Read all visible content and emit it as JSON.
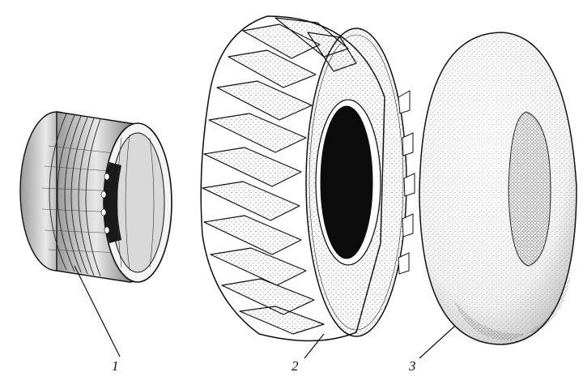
{
  "callouts": [
    {
      "id": "rim",
      "label": "1"
    },
    {
      "id": "tire",
      "label": "2"
    },
    {
      "id": "tube",
      "label": "3"
    }
  ],
  "corner_mark": "",
  "watermark": "",
  "colors": {
    "ink": "#111111",
    "paper": "#ffffff",
    "stipple": "#6b6b6b"
  }
}
